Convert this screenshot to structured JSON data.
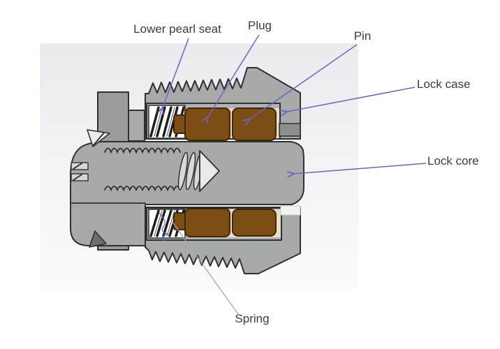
{
  "figure": {
    "labels": {
      "lower_pearl_seat": "Lower pearl seat",
      "plug": "Plug",
      "pin": "Pin",
      "lock_case": "Lock case",
      "lock_core": "Lock core",
      "spring": "Spring"
    },
    "colors": {
      "label_text": "#3c3c3e",
      "leader_arrow": "#6f61c4",
      "spring_leader": "#a8a3b8",
      "metal_gray": "#a8aaa9",
      "metal_dark": "#9a9c9b",
      "chamber_gray": "#b1b3b2",
      "metal_outline": "#2e3032",
      "pin_brown": "#7c4d15",
      "pin_outline": "#3d2607",
      "pin_backing_cream": "#ecdcc3",
      "backdrop_top": "#e9ecef",
      "backdrop_bottom": "#fafbfc"
    }
  }
}
